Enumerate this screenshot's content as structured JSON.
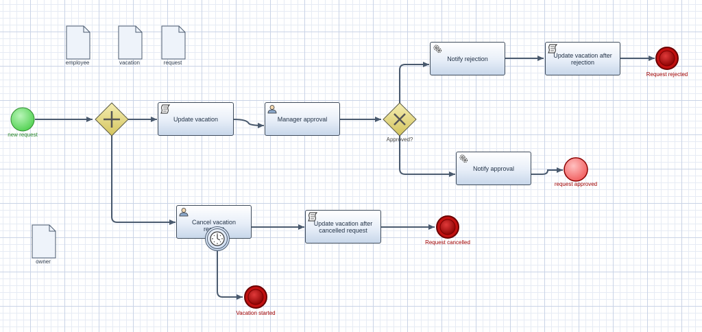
{
  "data_objects": [
    "employee",
    "vacation",
    "request",
    "owner"
  ],
  "start_event": {
    "label": "new request"
  },
  "tasks": {
    "update_vacation": "Update vacation",
    "manager_approval": "Manager approval",
    "notify_rejection": "Notify rejection",
    "update_after_rejection": "Update vacation after rejection",
    "notify_approval": "Notify approval",
    "cancel_request": "Cancel vacation request",
    "update_after_cancel": "Update vacation after cancelled request"
  },
  "gateways": {
    "exclusive_label": "Approved?"
  },
  "end_events": {
    "rejected": "Request rejected",
    "approved": "request approved",
    "cancelled": "Request cancelled",
    "started": "Vacation started"
  },
  "colors": {
    "flow": "#4a5a6e",
    "start_fill": "#66dd66",
    "end_fill": "#c01010",
    "end_soft_fill": "#f07070",
    "gateway_fill": "#e6d98a",
    "end_label": "#a00000",
    "start_label": "#2c8a2c"
  }
}
